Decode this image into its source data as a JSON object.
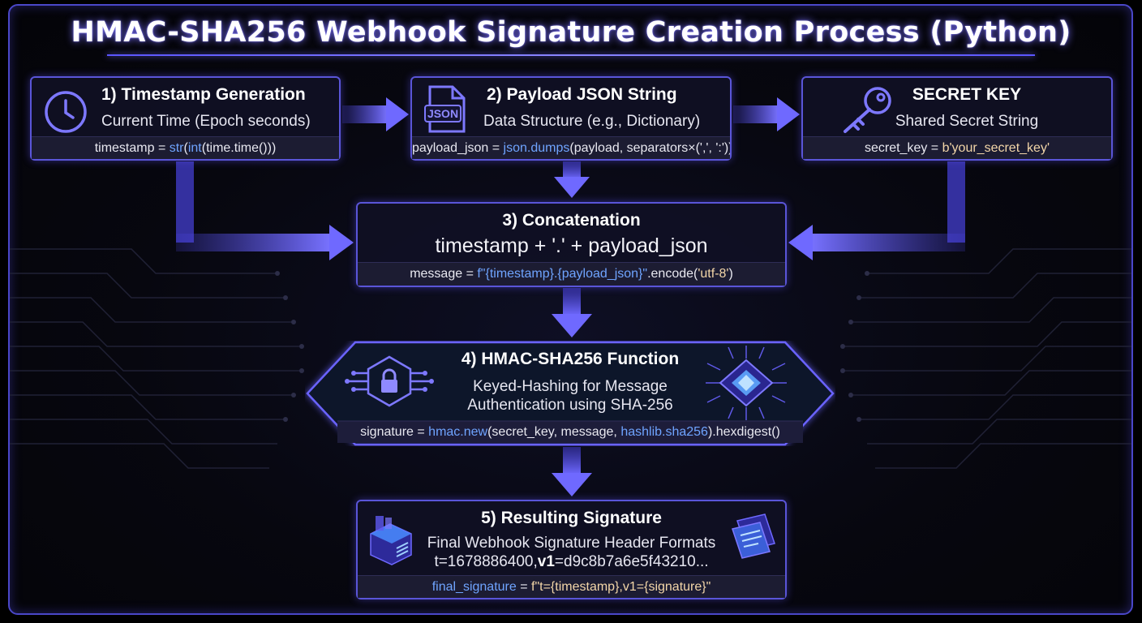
{
  "title": "HMAC-SHA256 Webhook Signature Creation Process (Python)",
  "colors": {
    "accent": "#5a55d8",
    "glow": "#6f69ff",
    "code_keyword": "#6fa4ff",
    "code_string": "#f3d6a8"
  },
  "step1": {
    "heading": "1) Timestamp Generation",
    "subtitle": "Current Time (Epoch seconds)",
    "icon": "clock-icon",
    "code": {
      "a": "timestamp = ",
      "b": "str",
      "c": "(",
      "d": "int",
      "e": "(time.time()))"
    }
  },
  "step2": {
    "heading": "2) Payload JSON String",
    "subtitle": "Data Structure (e.g., Dictionary)",
    "icon": "json-file-icon",
    "icon_text": "JSON",
    "code": {
      "a": "payload_json = ",
      "b": "json.dumps",
      "c": "(payload, separators×(',', ':'))"
    }
  },
  "secret": {
    "heading": "SECRET KEY",
    "subtitle": "Shared Secret String",
    "icon": "key-icon",
    "code": {
      "a": "secret_key = ",
      "b": "b'your_secret_key'"
    }
  },
  "step3": {
    "heading": "3) Concatenation",
    "expression": "timestamp + '.' + payload_json",
    "code": {
      "a": "message = ",
      "b": "f\"{timestamp}.{payload_json}\"",
      "c": ".encode(",
      "d": "'utf-8'",
      "e": ")"
    }
  },
  "step4": {
    "heading": "4) HMAC-SHA256 Function",
    "line1": "Keyed-Hashing for Message",
    "line2": "Authentication using SHA-256",
    "icon_left": "lock-circuit-icon",
    "icon_right": "chip-icon",
    "code": {
      "a": "signature = ",
      "b": "hmac.new",
      "c": "(secret_key, message, ",
      "d": "hashlib.sha256",
      "e": ").hexdigest()"
    }
  },
  "step5": {
    "heading": "5) Resulting Signature",
    "line1": "Final Webhook Signature Header Formats",
    "line2_a": "t=1678886400,",
    "line2_b": "v1",
    "line2_c": "=d9c8b7a6e5f43210...",
    "icon_left": "server-icon",
    "icon_right": "document-stack-icon",
    "code": {
      "a": "final_signature",
      "b": " = ",
      "c": "f\"t={timestamp},v1={signature}\""
    }
  }
}
